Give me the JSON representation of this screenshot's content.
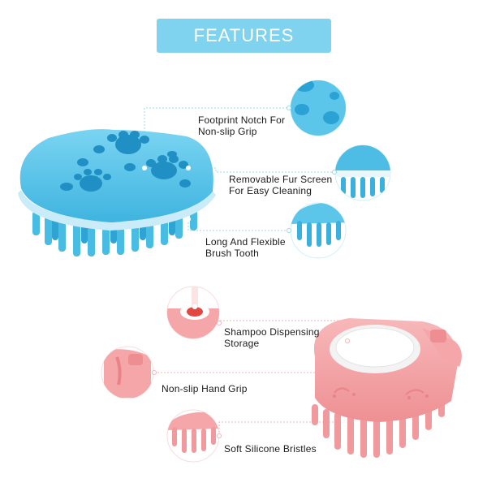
{
  "banner": {
    "title": "FEATURES",
    "color": "#7fd3ee"
  },
  "colors": {
    "blue_brush": "#5cc6ea",
    "blue_dark": "#3ab0dc",
    "pink_brush": "#f4a6a8",
    "pink_dark": "#ee8e92",
    "leader_blue": "#9ad9ee",
    "leader_pink": "#f2b4b6"
  },
  "features": [
    {
      "line1": "Footprint Notch For",
      "line2": "Non-slip Grip"
    },
    {
      "line1": "Removable Fur Screen",
      "line2": "For Easy Cleaning"
    },
    {
      "line1": "Long And Flexible",
      "line2": "Brush Tooth"
    },
    {
      "line1": "Shampoo Dispensing",
      "line2": "Storage"
    },
    {
      "line1": "Non-slip Hand Grip",
      "line2": ""
    },
    {
      "line1": "Soft Silicone Bristles",
      "line2": ""
    }
  ]
}
